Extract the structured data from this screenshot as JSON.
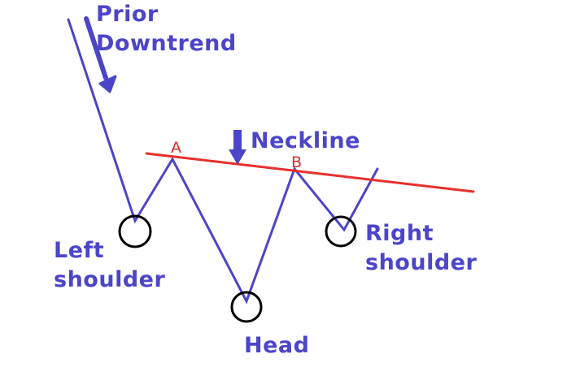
{
  "labels": {
    "prior_downtrend_line1": "Prior",
    "prior_downtrend_line2": "Downtrend",
    "neckline": "Neckline",
    "point_a": "A",
    "point_b": "B",
    "left_shoulder_line1": "Left",
    "left_shoulder_line2": "shoulder",
    "head": "Head",
    "right_shoulder_line1": "Right",
    "right_shoulder_line2": "shoulder"
  },
  "colors": {
    "price_line": "#4b45c9",
    "neckline": "#e8302c",
    "point_labels": "#e02828",
    "markers": "#000000",
    "text": "#4b45c9"
  },
  "icons": [
    "down-arrow-icon",
    "down-arrow-icon"
  ]
}
